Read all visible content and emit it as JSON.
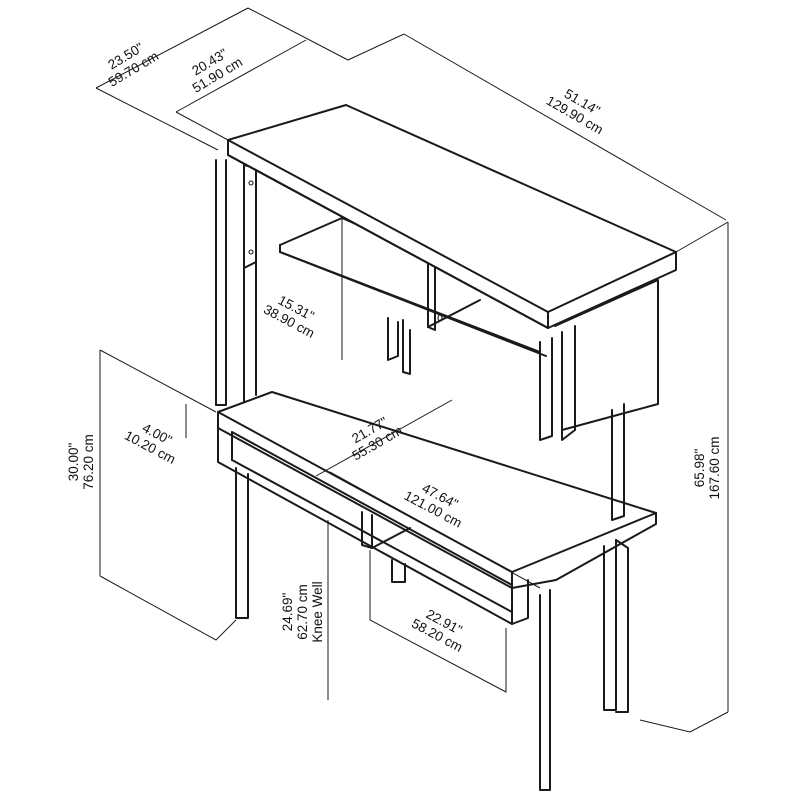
{
  "dimensions": {
    "overall_depth": {
      "imperial": "23.50\"",
      "metric": "59.70 cm"
    },
    "hutch_depth": {
      "imperial": "20.43\"",
      "metric": "51.90 cm"
    },
    "overall_width": {
      "imperial": "51.14\"",
      "metric": "129.90 cm"
    },
    "overall_height": {
      "imperial": "65.98\"",
      "metric": "167.60 cm"
    },
    "hutch_clearance": {
      "imperial": "15.31\"",
      "metric": "38.90 cm"
    },
    "drawer_height": {
      "imperial": "4.00\"",
      "metric": "10.20 cm"
    },
    "desk_height": {
      "imperial": "30.00\"",
      "metric": "76.20 cm"
    },
    "desk_depth": {
      "imperial": "21.77\"",
      "metric": "55.30 cm"
    },
    "desk_width": {
      "imperial": "47.64\"",
      "metric": "121.00 cm"
    },
    "knee_well_width": {
      "imperial": "22.91\"",
      "metric": "58.20 cm"
    },
    "knee_well_height": {
      "imperial": "24.69\"",
      "metric": "62.70 cm",
      "note": "Knee Well"
    }
  }
}
